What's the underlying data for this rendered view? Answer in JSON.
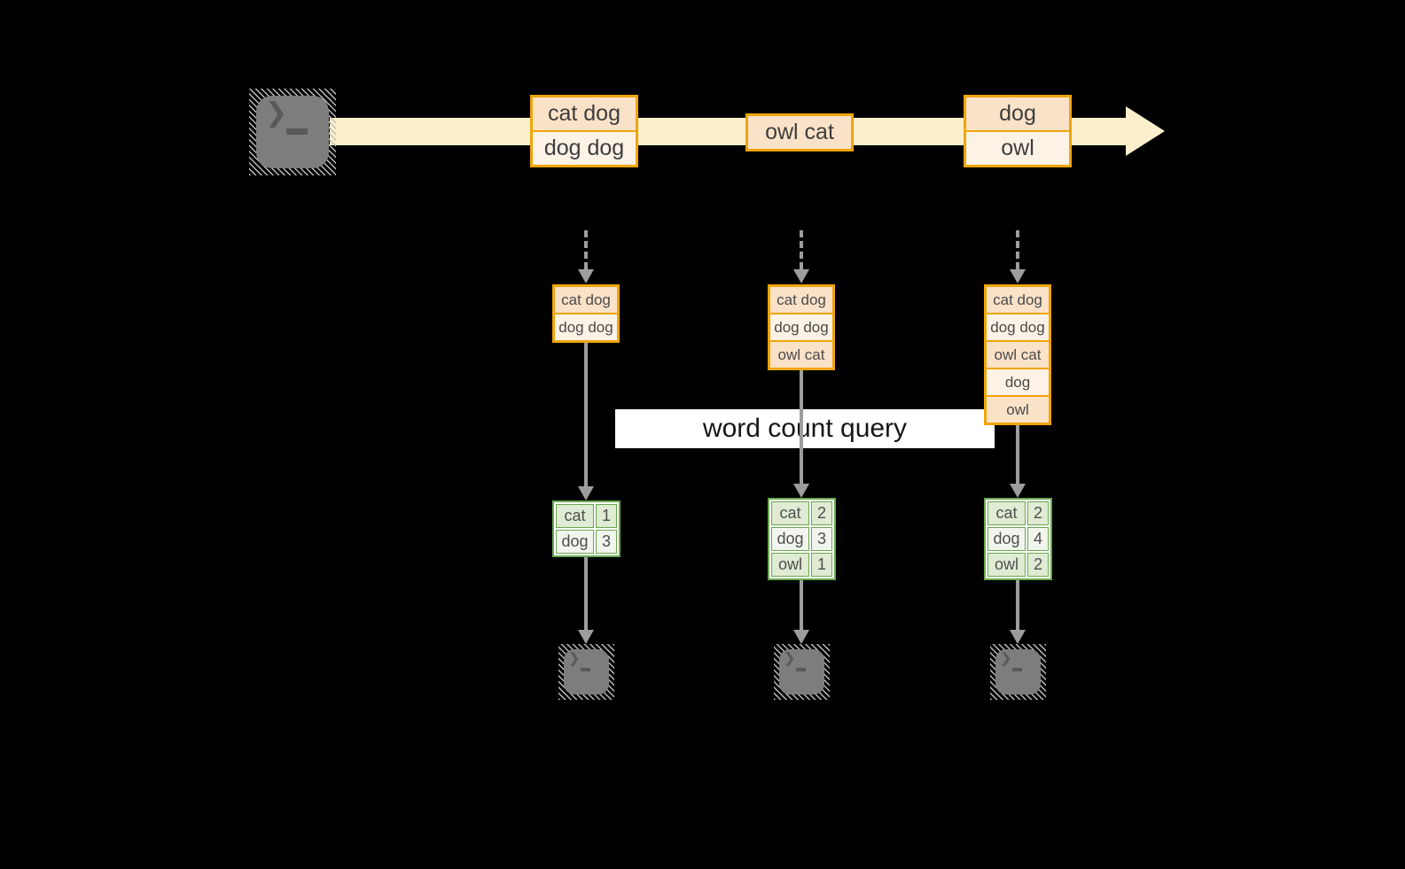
{
  "query_label": "word count query",
  "stream": {
    "events": [
      {
        "lines": [
          "cat dog",
          "dog dog"
        ]
      },
      {
        "lines": [
          "owl cat"
        ]
      },
      {
        "lines": [
          "dog",
          "owl"
        ]
      }
    ]
  },
  "columns": [
    {
      "state": [
        "cat dog",
        "dog dog"
      ],
      "counts": [
        {
          "word": "cat",
          "count": "1"
        },
        {
          "word": "dog",
          "count": "3"
        }
      ]
    },
    {
      "state": [
        "cat dog",
        "dog dog",
        "owl cat"
      ],
      "counts": [
        {
          "word": "cat",
          "count": "2"
        },
        {
          "word": "dog",
          "count": "3"
        },
        {
          "word": "owl",
          "count": "1"
        }
      ]
    },
    {
      "state": [
        "cat dog",
        "dog dog",
        "owl cat",
        "dog",
        "owl"
      ],
      "counts": [
        {
          "word": "cat",
          "count": "2"
        },
        {
          "word": "dog",
          "count": "4"
        },
        {
          "word": "owl",
          "count": "2"
        }
      ]
    }
  ],
  "icons": {
    "terminal_prompt": "❯"
  },
  "colors": {
    "bg": "#000000",
    "stream-fill": "#FBF0CB",
    "orange-border": "#F0A50A",
    "peach-fill": "#FAE2C8",
    "cream-fill": "#FCF2E5",
    "green-border": "#6AA84F",
    "green-cell-dark": "#DFEBD3",
    "green-cell-light": "#F1F5ED",
    "arrow-gray": "#9D9D9D",
    "terminal-gray": "#7D7D7D",
    "label-bg": "#FFFFFF"
  }
}
